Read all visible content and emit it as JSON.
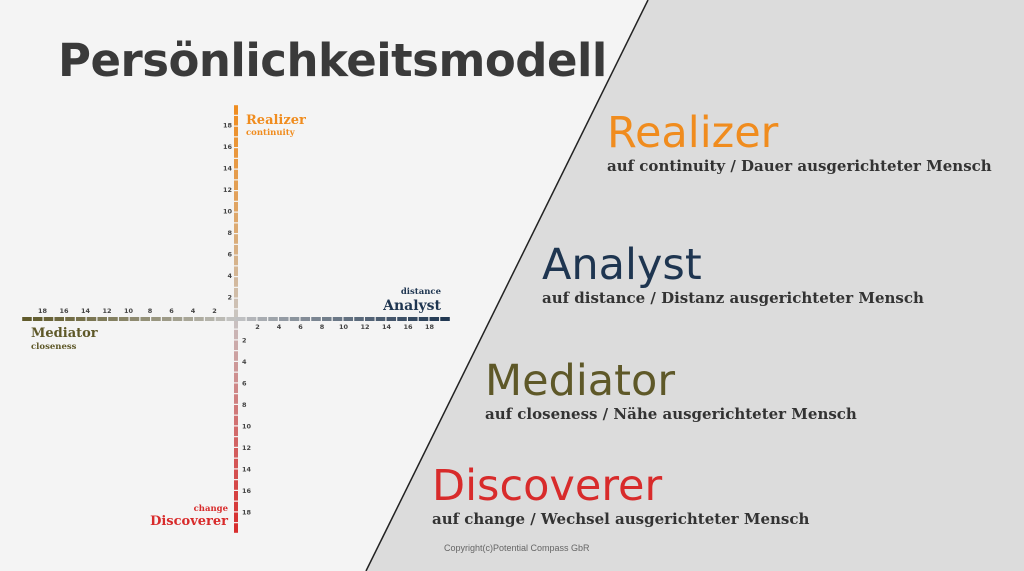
{
  "title": "Persönlichkeitsmodell",
  "colors": {
    "realizer": "#f08c1e",
    "analyst": "#1e3550",
    "mediator": "#5e5828",
    "discoverer": "#d82b2b",
    "background": "#f4f4f4",
    "panel": "#dcdcdc"
  },
  "axes": {
    "top": {
      "name": "Realizer",
      "sub": "continuity",
      "ticks": [
        "2",
        "4",
        "6",
        "8",
        "10",
        "12",
        "14",
        "16",
        "18"
      ]
    },
    "right": {
      "name": "Analyst",
      "sub": "distance",
      "ticks": [
        "2",
        "4",
        "6",
        "8",
        "10",
        "12",
        "14",
        "16",
        "18"
      ]
    },
    "left": {
      "name": "Mediator",
      "sub": "closeness",
      "ticks": [
        "2",
        "4",
        "6",
        "8",
        "10",
        "12",
        "14",
        "16",
        "18"
      ]
    },
    "bottom": {
      "name": "Discoverer",
      "sub": "change",
      "ticks": [
        "2",
        "4",
        "6",
        "8",
        "10",
        "12",
        "14",
        "16",
        "18"
      ]
    }
  },
  "types": [
    {
      "name": "Realizer",
      "desc": "auf continuity / Dauer ausgerichteter Mensch"
    },
    {
      "name": "Analyst",
      "desc": "auf distance / Distanz ausgerichteter Mensch"
    },
    {
      "name": "Mediator",
      "desc": "auf closeness / Nähe ausgerichteter Mensch"
    },
    {
      "name": "Discoverer",
      "desc": "auf change / Wechsel ausgerichteter Mensch"
    }
  ],
  "copyright": "Copyright(c)Potential Compass GbR"
}
